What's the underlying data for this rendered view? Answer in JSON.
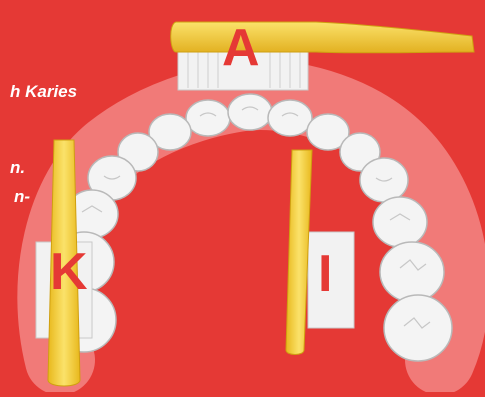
{
  "text_fragments": [
    "h Karies",
    "n.",
    "n-"
  ],
  "brush_labels": {
    "top": "A",
    "left": "K",
    "right": "I"
  },
  "colors": {
    "background": "#e53935",
    "tooth": "#f4f4f4",
    "tooth_glow": "#ffd0d0",
    "brush_handle": "#f7d233",
    "bristles": "#f2f2f2",
    "letter": "#e53935",
    "text": "#ffffff"
  }
}
